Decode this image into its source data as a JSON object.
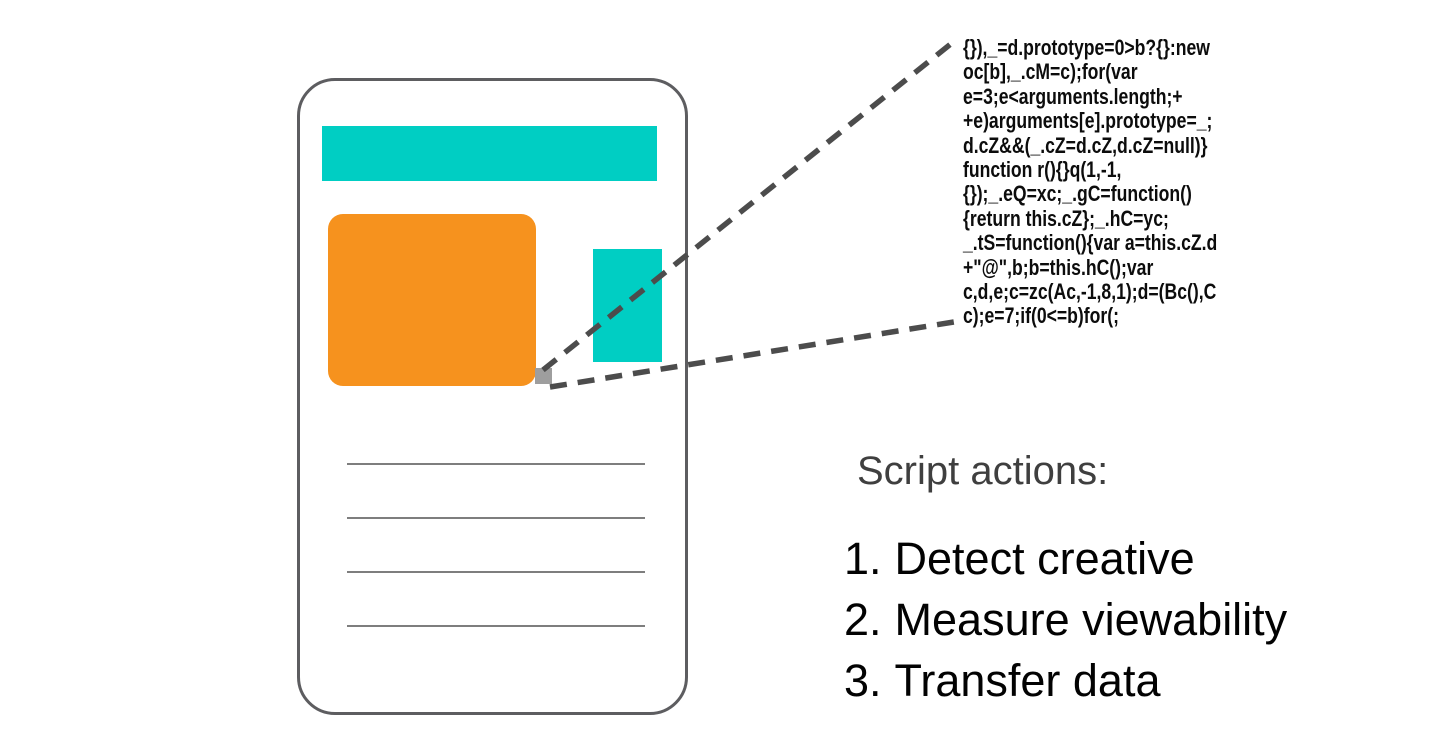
{
  "palette": {
    "teal": "#00CEC3",
    "orange": "#F6921E",
    "phone_border": "#5D5D60",
    "placeholder_line_gray": "#7E7E7E",
    "tracker_pixel_gray": "#9E9E9E",
    "dash_line_gray": "#4C4C4C",
    "code_text": "#0C0C0C",
    "title_text": "#3F3F3F",
    "list_text": "#020202"
  },
  "code": {
    "lines": [
      "{}),_=d.prototype=0>b?{}:new",
      "oc[b],_.cM=c);for(var",
      "e=3;e<arguments.length;+",
      "+e)arguments[e].prototype=_;",
      "d.cZ&&(_.cZ=d.cZ,d.cZ=null)}",
      "function r(){}q(1,-1,",
      "{});_.eQ=xc;_.gC=function()",
      "{return this.cZ};_.hC=yc;",
      "_.tS=function(){var a=this.cZ.d",
      "+\"@\",b;b=this.hC();var",
      "c,d,e;c=zc(Ac,-1,8,1);d=(Bc(),C",
      "c);e=7;if(0<=b)for(;"
    ]
  },
  "actions": {
    "title": "Script actions:",
    "items": [
      {
        "num": "1.",
        "label": "Detect creative"
      },
      {
        "num": "2.",
        "label": "Measure viewability"
      },
      {
        "num": "3.",
        "label": "Transfer data"
      }
    ]
  }
}
